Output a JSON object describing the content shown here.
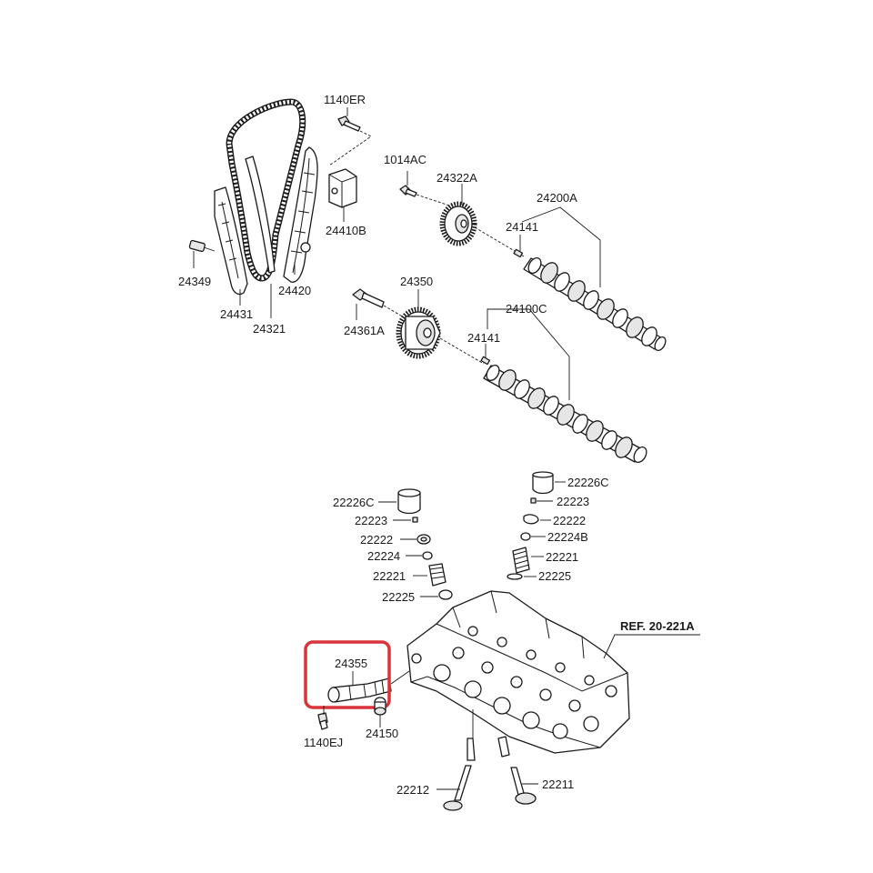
{
  "diagram": {
    "labels": {
      "p1140ER": "1140ER",
      "p1014AC": "1014AC",
      "p24322A": "24322A",
      "p24200A": "24200A",
      "p24141a": "24141",
      "p24410B": "24410B",
      "p24349": "24349",
      "p24420": "24420",
      "p24431": "24431",
      "p24321": "24321",
      "p24350": "24350",
      "p24100C": "24100C",
      "p24361A": "24361A",
      "p24141b": "24141",
      "p22226C_r": "22226C",
      "p22223_r": "22223",
      "p22222_r": "22222",
      "p22224B": "22224B",
      "p22221_r": "22221",
      "p22225_r": "22225",
      "p22226C_l": "22226C",
      "p22223_l": "22223",
      "p22222_l": "22222",
      "p22224": "22224",
      "p22221_l": "22221",
      "p22225_l": "22225",
      "ref": "REF. 20-221A",
      "p24355": "24355",
      "p1140EJ": "1140EJ",
      "p24150": "24150",
      "p22212": "22212",
      "p22211": "22211"
    },
    "highlight_color": "#d9343b",
    "line_color": "#1a1a1a"
  }
}
